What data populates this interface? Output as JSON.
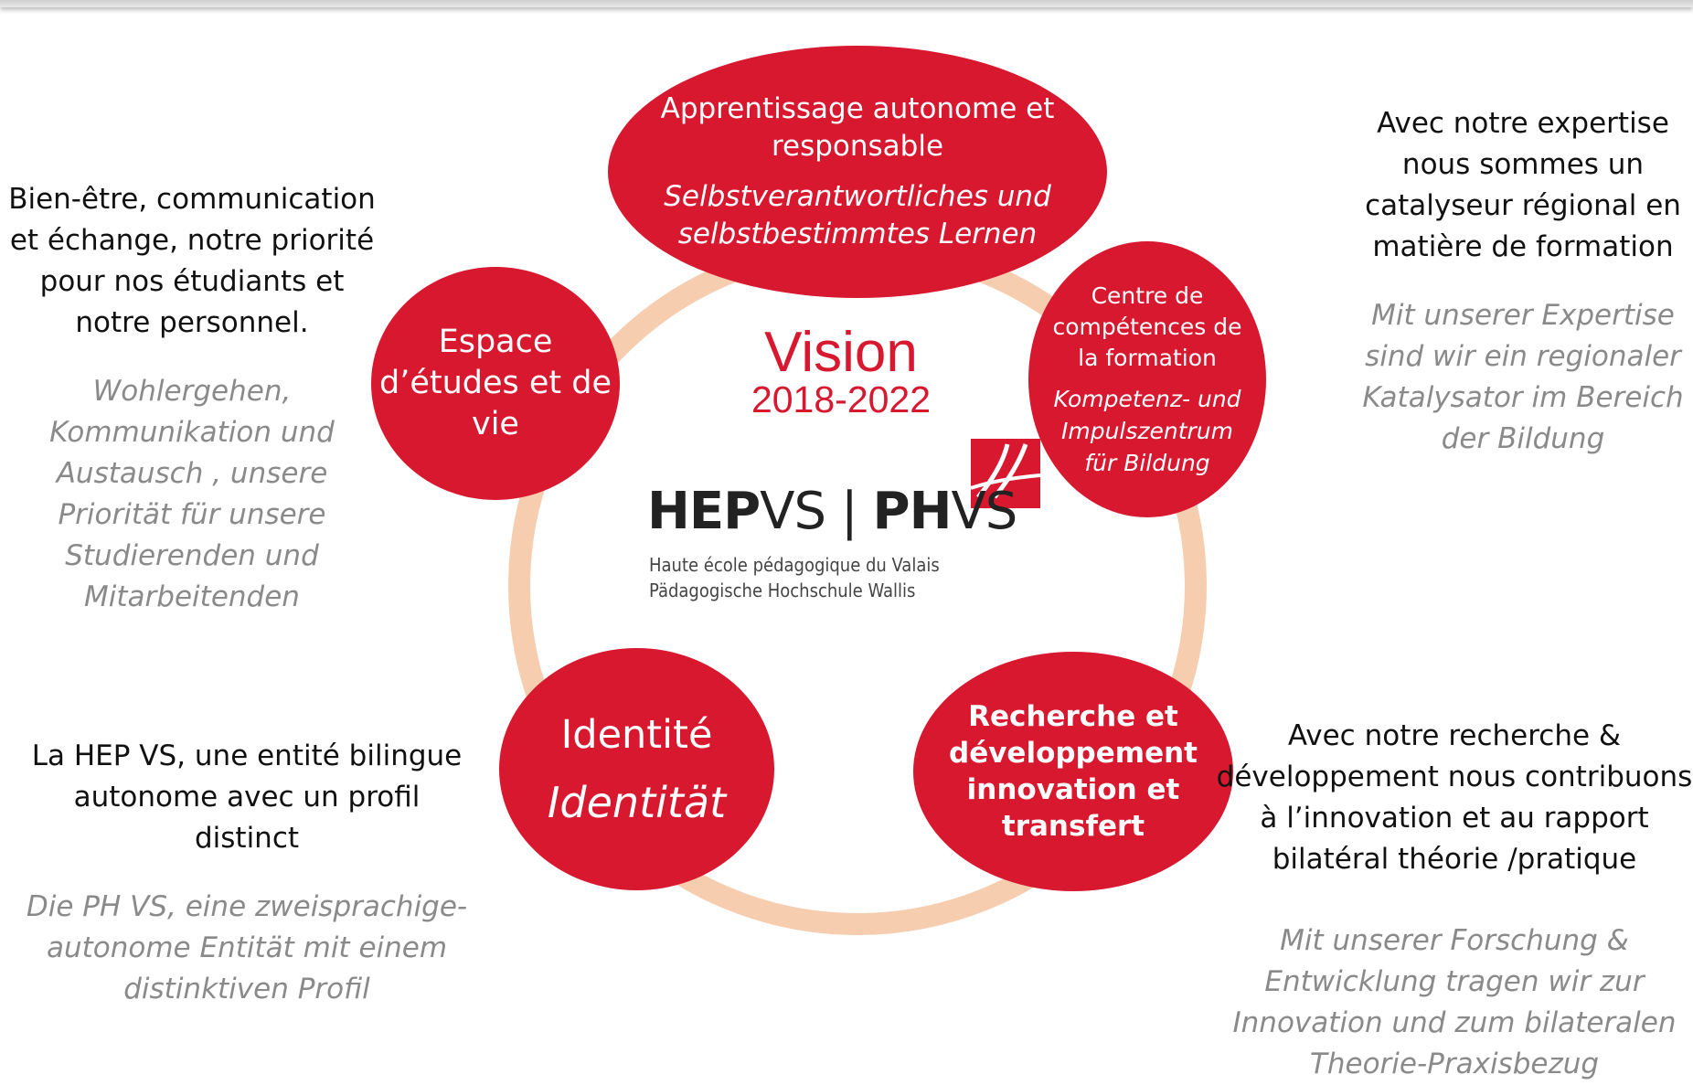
{
  "center": {
    "vision_title": "Vision",
    "vision_years": "2018-2022",
    "logo": {
      "wordmark_left_bold": "HEP",
      "wordmark_left_regular": "VS",
      "separator": "|",
      "wordmark_right_bold": "PH",
      "wordmark_right_regular": "VS",
      "subtitle_fr": "Haute école pédagogique du Valais",
      "subtitle_de": "Pädagogische Hochschule Wallis"
    }
  },
  "bubbles": {
    "top": {
      "fr": "Apprentissage autonome et responsable",
      "de": "Selbstverantwortliches und selbstbestimmtes Lernen"
    },
    "left": {
      "fr": "Espace d’études  et de vie"
    },
    "right": {
      "fr": "Centre de compétences de la formation",
      "de": "Kompetenz- und Impulszentrum für Bildung"
    },
    "identity": {
      "fr": "Identité",
      "de": "Identität"
    },
    "research": {
      "fr": "Recherche et développement innovation et transfert"
    }
  },
  "side_texts": {
    "top_left": {
      "fr": "Bien-être, communication et échange,  notre priorité pour nos étudiants et notre personnel.",
      "de": "Wohlergehen, Kommunikation und Austausch , unsere Priorität für unsere Studierenden und Mitarbeitenden"
    },
    "top_right": {
      "fr": "Avec notre expertise nous sommes un catalyseur régional en matière de formation",
      "de": "Mit unserer Expertise sind wir ein regionaler Katalysator im Bereich der Bildung"
    },
    "bottom_left": {
      "fr": "La HEP VS,  une entité bilingue autonome avec un profil distinct",
      "de": "Die PH VS,  eine zweisprachige-autonome Entität mit einem distinktiven Profil"
    },
    "bottom_right": {
      "fr": "Avec notre recherche & développement nous contribuons à l’innovation et au rapport bilatéral théorie /pratique",
      "de": "Mit unserer Forschung & Entwicklung tragen wir zur Innovation und zum bilateralen Theorie-Praxisbezug"
    }
  },
  "colors": {
    "bubble_red": "#d7182f",
    "ring_peach": "#f6cdaf",
    "german_gray": "#8a8a8a"
  }
}
